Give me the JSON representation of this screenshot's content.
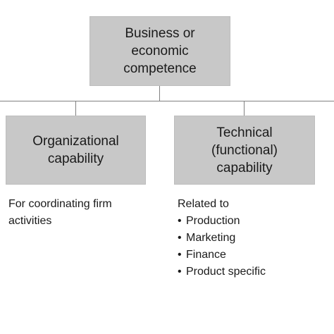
{
  "nodes": {
    "top": {
      "lines": [
        "Business or",
        "economic",
        "competence"
      ]
    },
    "left": {
      "lines": [
        "Organizational",
        "capability"
      ]
    },
    "right": {
      "lines": [
        "Technical",
        "(functional)",
        "capability"
      ]
    }
  },
  "captions": {
    "left": {
      "lines": [
        "For coordinating firm",
        "activities"
      ]
    },
    "right": {
      "heading": "Related to",
      "bullet": "•",
      "items": [
        "Production",
        "Marketing",
        "Finance",
        "Product specific"
      ]
    }
  },
  "colors": {
    "box_fill": "#c8c8c8",
    "connector": "#808080",
    "text": "#1a1a1a"
  }
}
